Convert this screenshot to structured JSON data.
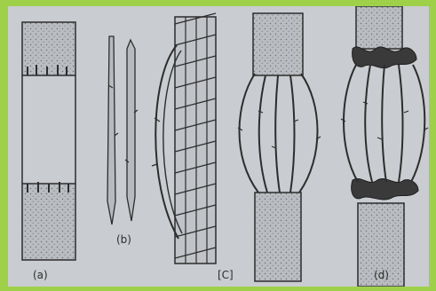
{
  "figure": {
    "panel_labels": {
      "a": "(a)",
      "b": "(b)",
      "c": "[C]",
      "d": "(d)"
    },
    "colors": {
      "border": "#9fd04a",
      "paper": "#c9ccd0",
      "ink": "#2d2d2d"
    }
  }
}
